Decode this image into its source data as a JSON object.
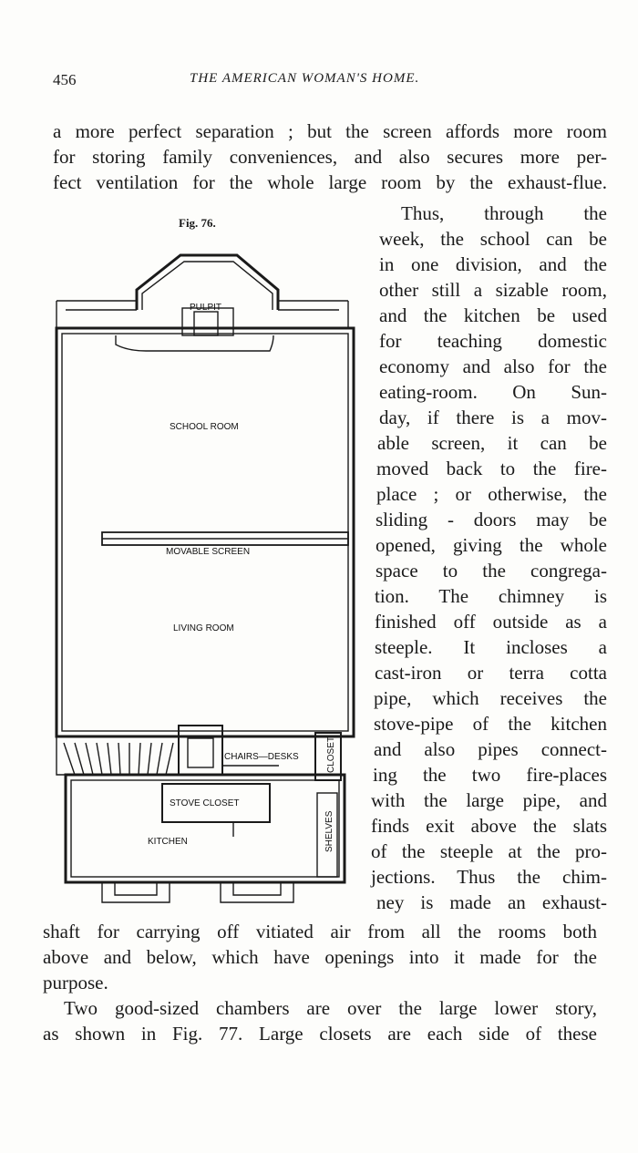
{
  "header": {
    "page_number": "456",
    "running_title": "THE AMERICAN WOMAN'S HOME."
  },
  "top_lines": [
    "a more perfect separation ; but the screen affords more room",
    "for storing family conveniences, and also secures more per-",
    "fect ventilation for the whole large room by the exhaust-flue."
  ],
  "side_lines": [
    "Thus, through the",
    "week, the school can be",
    "in one division, and the",
    "other still a sizable room,",
    "and the kitchen be used",
    "for teaching domestic",
    "economy and also for the",
    "eating-room. On Sun-",
    "day, if there is a mov-",
    "able screen, it can be",
    "moved back to the fire-",
    "place ; or otherwise, the",
    "sliding - doors may be",
    "opened, giving the whole",
    "space to the congrega-",
    "tion. The chimney is",
    "finished off outside as a",
    "steeple. It incloses a",
    "cast-iron or terra cotta",
    "pipe, which receives the",
    "stove-pipe of the kitchen",
    "and also pipes connect-",
    "ing the two fire-places",
    "with the large pipe, and",
    "finds exit above the slats",
    "of the steeple at the pro-",
    "jections. Thus the chim-",
    "ney is made an exhaust-"
  ],
  "bottom_lines": [
    "shaft for carrying off vitiated air from all the rooms both",
    "above and below, which have openings into it made for the",
    "purpose.",
    "Two good-sized chambers are over the large lower story,",
    "as shown in Fig. 77. Large closets are each side of these"
  ],
  "figure": {
    "caption": "Fig. 76.",
    "labels": {
      "pulpit": "PULPIT",
      "school_room": "SCHOOL ROOM",
      "movable_screen": "MOVABLE SCREEN",
      "living_room": "LIVING ROOM",
      "chairs_desks": "CHAIRS—DESKS",
      "closet": "CLOSET",
      "stove_closet": "STOVE CLOSET",
      "kitchen": "KITCHEN",
      "shelves": "SHELVES"
    }
  }
}
